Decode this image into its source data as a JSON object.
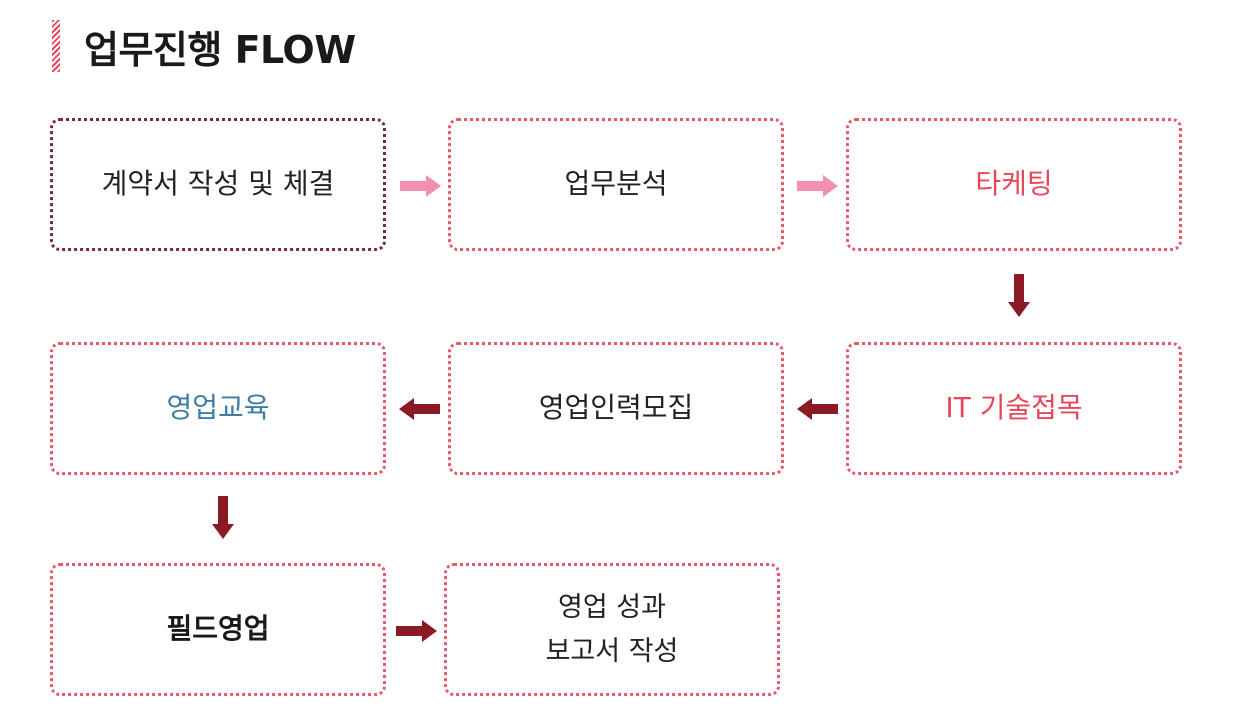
{
  "title": "업무진행 FLOW",
  "steps": [
    {
      "label": "계약서 작성 및 체결"
    },
    {
      "label": "업무분석"
    },
    {
      "label": "타케팅"
    },
    {
      "label": "IT 기술접목"
    },
    {
      "label": "영업인력모집"
    },
    {
      "label": "영업교육"
    },
    {
      "label": "필드영업"
    },
    {
      "label": "영업 성과\n보고서 작성"
    }
  ],
  "colors": {
    "box_border": "#e65a6a",
    "accent_red": "#e8475b",
    "accent_blue": "#3b7ea6",
    "arrow_pink": "#f48fb1",
    "arrow_dark": "#8b1a24"
  },
  "icons": {
    "arrow_light": "arrow-right-pink-icon",
    "arrow_dark": "arrow-dark-icon"
  }
}
